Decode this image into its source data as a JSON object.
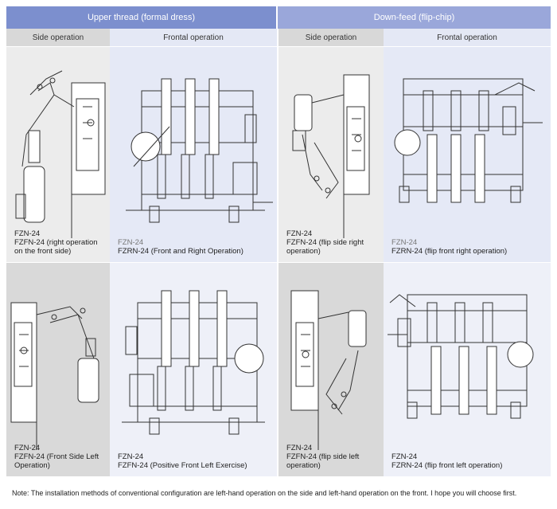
{
  "header": {
    "group_left": "Upper thread (formal dress)",
    "group_right": "Down-feed (flip-chip)",
    "sub": [
      "Side operation",
      "Frontal operation",
      "Side operation",
      "Frontal operation"
    ]
  },
  "cells": [
    {
      "model": "FZN-24",
      "desc": "FZFN-24 (right operation on the front side)"
    },
    {
      "model": "FZN-24",
      "desc": "FZRN-24 (Front and Right Operation)"
    },
    {
      "model": "FZN-24",
      "desc": "FZFN-24 (flip side right operation)"
    },
    {
      "model": "FZN-24",
      "desc": "FZRN-24 (flip front right operation)"
    },
    {
      "model": "FZN-24",
      "desc": "FZFN-24 (Front Side Left Operation)"
    },
    {
      "model": "FZN-24",
      "desc": "FZFN-24 (Positive Front Left Exercise)"
    },
    {
      "model": "FZN-24",
      "desc": "FZFN-24 (flip side left operation)"
    },
    {
      "model": "FZN-24",
      "desc": "FZRN-24 (flip front left operation)"
    }
  ],
  "note": "Note: The installation methods of conventional configuration are left-hand operation on the side and left-hand operation on the front. I hope you will choose first."
}
